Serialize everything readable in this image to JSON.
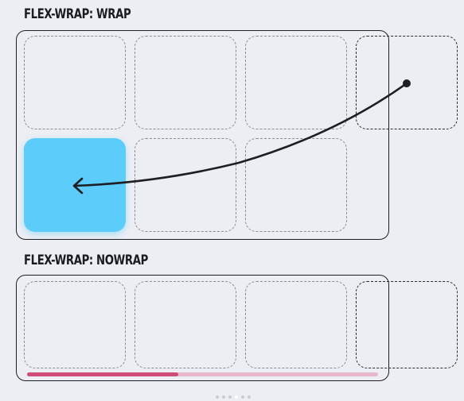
{
  "wrap_section": {
    "title": "FLEX-WRAP: WRAP"
  },
  "nowrap_section": {
    "title": "FLEX-WRAP: NOWRAP"
  },
  "colors": {
    "highlight": "#5cccfb",
    "scrollbar_thumb": "#cf4b78",
    "scrollbar_track": "#e6b8c9"
  },
  "scrollbar": {
    "position_fraction": 0.43
  },
  "pager": {
    "count": 6,
    "active_index": 3
  }
}
